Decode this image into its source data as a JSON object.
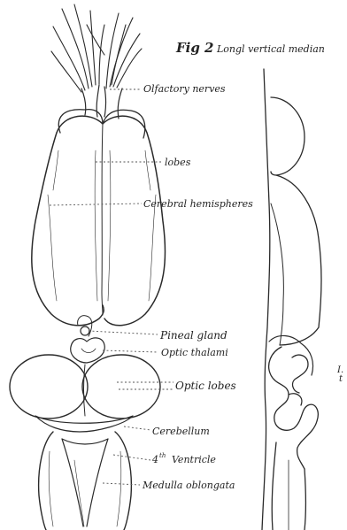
{
  "figure": {
    "title": "Fig 2",
    "title_rest": "Longl vertical median"
  },
  "labels": {
    "olfactory_nerves": "Olfactory nerves",
    "lobes": "lobes",
    "cerebral_hemispheres": "Cerebral hemispheres",
    "pineal_gland": "Pineal gland",
    "optic_thalami": "Optic thalami",
    "optic_lobes": "Optic lobes",
    "cerebellum": "Cerebellum",
    "fourth_ventricle_sup": "th",
    "fourth_ventricle_rest": "Ventricle",
    "medulla_oblongata": "Medulla oblongata",
    "cut_label_1": "I.",
    "cut_label_2": "t"
  },
  "colors": {
    "ink": "#2a2a2a",
    "paper": "#ffffff"
  }
}
